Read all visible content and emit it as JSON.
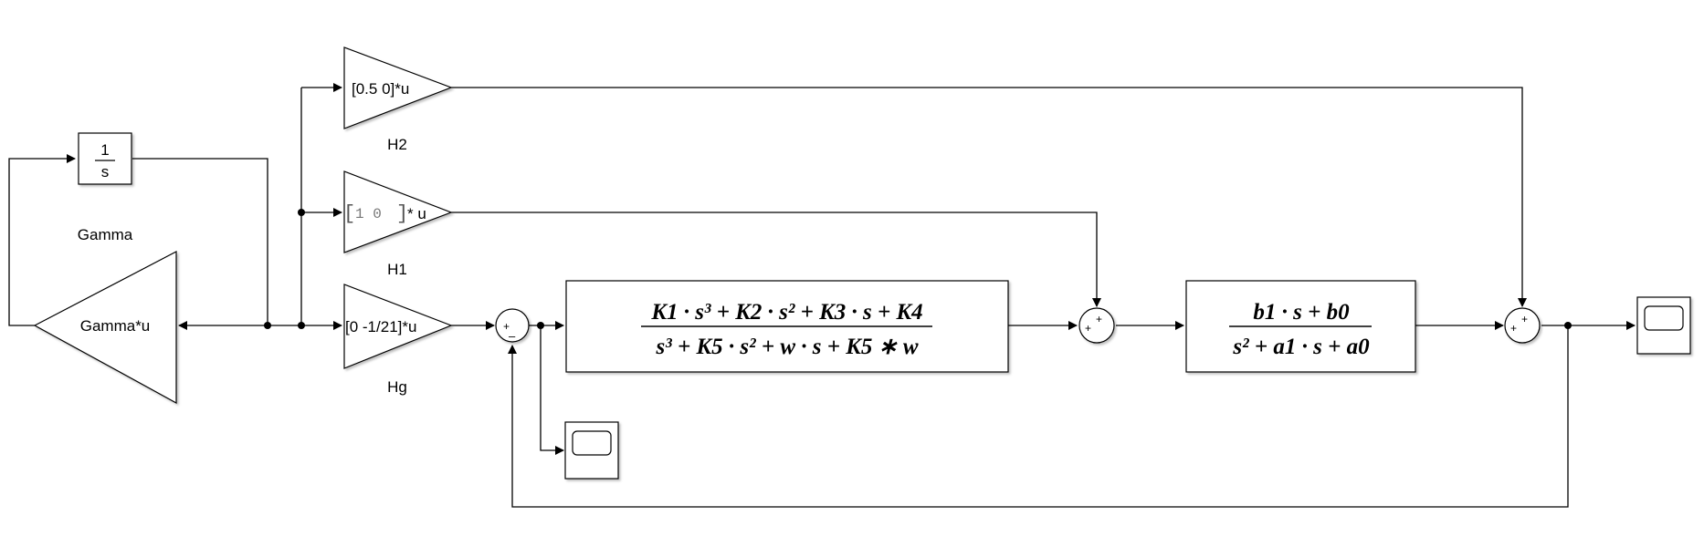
{
  "blocks": {
    "integrator": {
      "numerator": "1",
      "denominator": "s"
    },
    "gamma": {
      "label": "Gamma",
      "expression": "Gamma*u"
    },
    "h2": {
      "label": "H2",
      "expression": "[0.5 0]*u"
    },
    "h1": {
      "label": "H1",
      "matrix_left": "[",
      "matrix_values": "1  0",
      "matrix_right": "]",
      "expression_suffix": "* u"
    },
    "hg": {
      "label": "Hg",
      "expression": "[0 -1/21]*u"
    },
    "tf_controller": {
      "numerator": "K1 · s³ + K2 · s² + K3 · s + K4",
      "denominator": "s³ + K5 · s² + w · s + K5 ∗ w"
    },
    "tf_plant": {
      "numerator": "b1 · s + b0",
      "denominator": "s² + a1 · s + a0"
    },
    "sum_error": {
      "sign_top": "+",
      "sign_bottom": "–"
    },
    "sum_mid": {
      "sign_top": "+",
      "sign_left": "+"
    },
    "sum_out": {
      "sign_top": "+",
      "sign_left": "+"
    }
  },
  "icons": [
    "scope-icon",
    "scope-icon",
    "integrator-block",
    "gain-triangle",
    "sum-circle",
    "transfer-function-block"
  ]
}
